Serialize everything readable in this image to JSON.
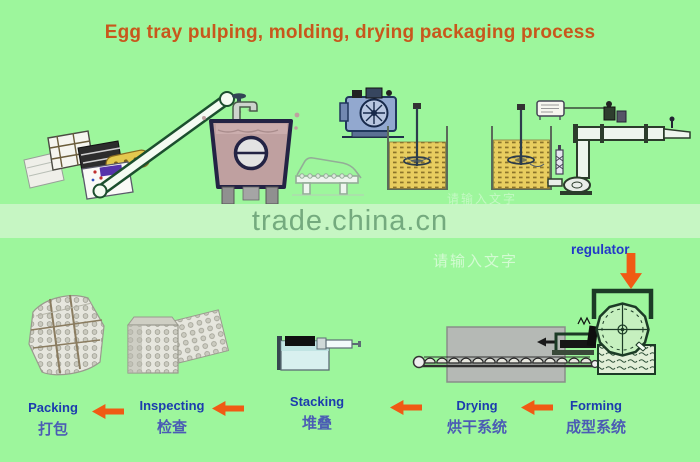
{
  "title": "Egg tray pulping, molding, drying packaging process",
  "watermark": {
    "brand": "trade.china.cn",
    "placeholder_text": "请输入文字"
  },
  "annotations": {
    "regulator_label": "regulator"
  },
  "process_steps": [
    {
      "label_en": "Packing",
      "label_zh": "打包"
    },
    {
      "label_en": "Inspecting",
      "label_zh": "检查"
    },
    {
      "label_en": "Stacking",
      "label_zh": "堆叠"
    },
    {
      "label_en": "Drying",
      "label_zh": "烘干系统"
    },
    {
      "label_en": "Forming",
      "label_zh": "成型系统"
    }
  ],
  "colors": {
    "bg": "#9df69c",
    "band_bg": "#c6f6c3",
    "title_color": "#c8571c",
    "label_blue": "#1c3cae",
    "label_zh_blue": "#4b5cb4",
    "arrow_orange": "#f05a14",
    "regulator_blue": "#2238c8",
    "watermark_green": "#74aa7e",
    "pulp_yellow": "#e8cd5f",
    "tank_pink": "#bfa0a0",
    "machine_green": "#1c3b26"
  }
}
